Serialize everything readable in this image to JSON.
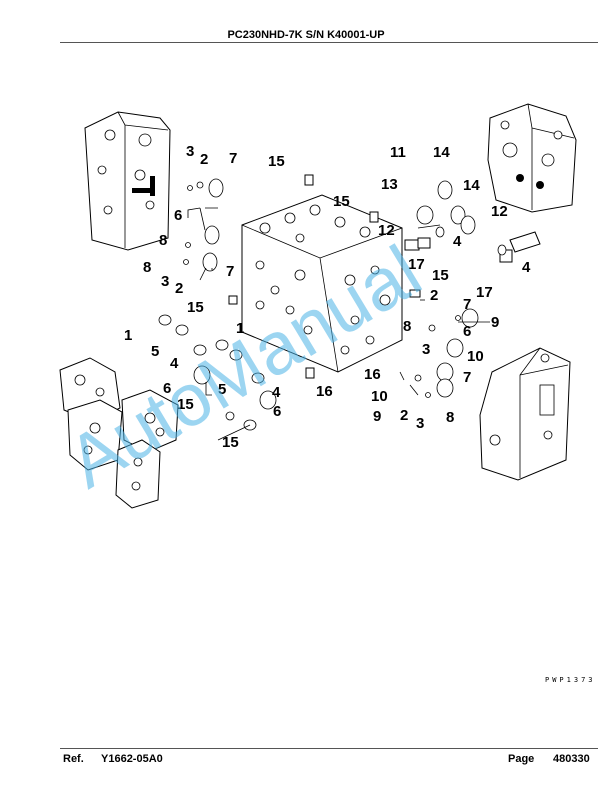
{
  "header": {
    "title": "PC230NHD-7K S/N K40001-UP"
  },
  "footer": {
    "ref_label": "Ref.",
    "ref_value": "Y1662-05A0",
    "page_label": "Page",
    "page_value": "480330"
  },
  "drawing_code": "PWP1373",
  "watermark": {
    "text": "AutoManual",
    "color": "#4ab3e6"
  },
  "callouts": [
    "1",
    "1",
    "2",
    "2",
    "2",
    "2",
    "3",
    "3",
    "3",
    "3",
    "4",
    "4",
    "4",
    "4",
    "5",
    "5",
    "6",
    "6",
    "6",
    "6",
    "7",
    "7",
    "7",
    "7",
    "8",
    "8",
    "8",
    "8",
    "9",
    "9",
    "10",
    "10",
    "11",
    "12",
    "12",
    "13",
    "14",
    "14",
    "15",
    "15",
    "15",
    "15",
    "15",
    "15",
    "16",
    "16",
    "17",
    "17"
  ]
}
